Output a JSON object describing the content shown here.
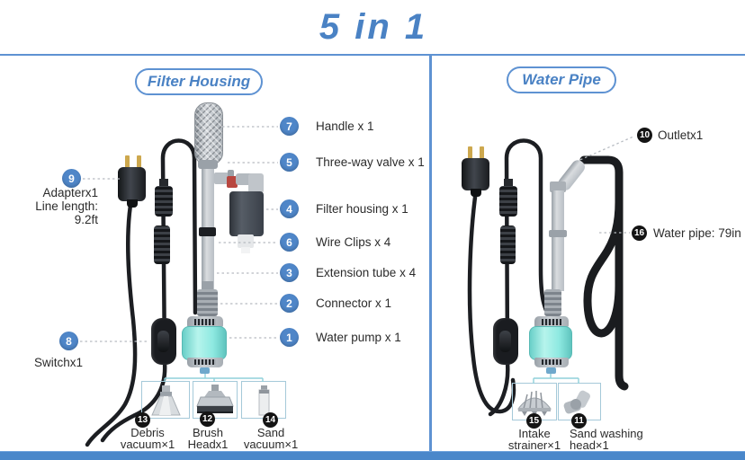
{
  "title": "5 in 1",
  "colors": {
    "accent_blue": "#4a82c4",
    "rule_blue": "#5e92d2",
    "bottom_bar": "#4a87ca",
    "badge_blue": "#4f86c8",
    "badge_black": "#141414",
    "pump_body_cyan": "#8ee9e1"
  },
  "left_panel": {
    "header": "Filter Housing",
    "callouts": [
      {
        "num": "7",
        "label": "Handle x 1"
      },
      {
        "num": "5",
        "label": "Three-way valve x 1"
      },
      {
        "num": "4",
        "label": "Filter housing x 1"
      },
      {
        "num": "6",
        "label": "Wire Clips x 4"
      },
      {
        "num": "3",
        "label": "Extension tube x 4"
      },
      {
        "num": "2",
        "label": "Connector x 1"
      },
      {
        "num": "1",
        "label": "Water pump x 1"
      }
    ],
    "adapter": {
      "num": "9",
      "line1": "Adapterx1",
      "line2": "Line length:",
      "line3": "9.2ft"
    },
    "switch": {
      "num": "8",
      "label": "Switchx1"
    },
    "attachments": [
      {
        "num": "13",
        "line1": "Debris",
        "line2": "vacuum×1"
      },
      {
        "num": "12",
        "line1": "Brush",
        "line2": "Headx1"
      },
      {
        "num": "14",
        "line1": "Sand",
        "line2": "vacuum×1"
      }
    ]
  },
  "right_panel": {
    "header": "Water Pipe",
    "outlet": {
      "num": "10",
      "label": "Outletx1"
    },
    "pipe": {
      "num": "16",
      "label": "Water pipe: 79in"
    },
    "attachments": [
      {
        "num": "15",
        "line1": "Intake",
        "line2": "strainer×1"
      },
      {
        "num": "11",
        "line1": "Sand washing",
        "line2": "head×1"
      }
    ]
  }
}
